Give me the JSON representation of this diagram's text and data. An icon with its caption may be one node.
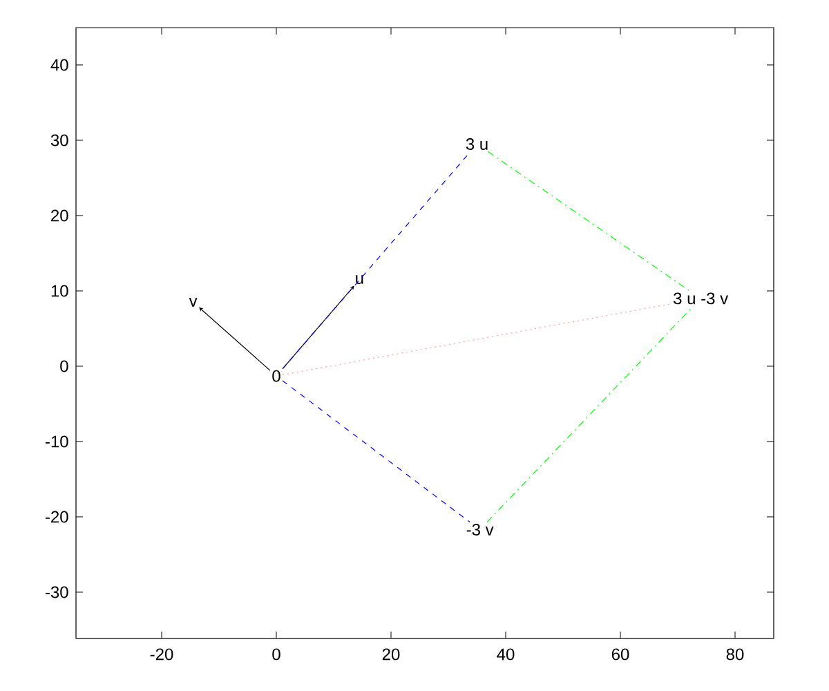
{
  "diagram": {
    "nodes": [
      {
        "text": [
          "0"
        ]
      },
      {
        "text": [
          "u"
        ]
      },
      {
        "text": [
          "v"
        ]
      },
      {
        "text": [
          "3 u"
        ]
      },
      {
        "text": [
          "-3 v"
        ]
      },
      {
        "text": [
          "3 u -3 v"
        ]
      }
    ],
    "edges": [
      {
        "from": 0,
        "to": 1,
        "arrow": "to"
      },
      {
        "from": 0,
        "to": 2,
        "arrow": "to"
      },
      {
        "from": 0,
        "to": 3,
        "arrow": "none",
        "style": "dashed",
        "color": "#0000ff"
      },
      {
        "from": 0,
        "to": 4,
        "arrow": "none",
        "style": "dashed",
        "color": "#0000ff"
      },
      {
        "from": 3,
        "to": 5,
        "arrow": "none",
        "style": "dashed",
        "color": "#00ff00"
      },
      {
        "from": 4,
        "to": 5,
        "arrow": "none",
        "style": "dashed",
        "color": "#00ff00"
      },
      {
        "from": 0,
        "to": 5,
        "arrow": "none",
        "style": "dashed",
        "color": "#ff9999"
      }
    ],
    "labels": [
      "40",
      "30",
      "20",
      "10",
      "0",
      "-10",
      "-20",
      "-30",
      "-20",
      "0",
      "20",
      "40",
      "60",
      "80"
    ]
  }
}
